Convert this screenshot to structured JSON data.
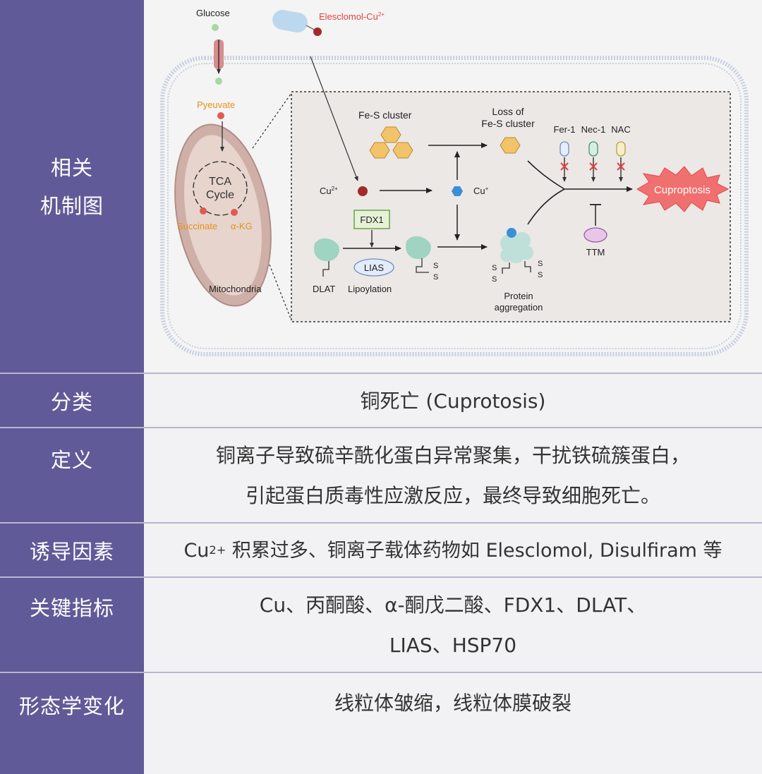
{
  "rows": {
    "mechanism": {
      "label_line1": "相关",
      "label_line2": "机制图"
    },
    "category": {
      "label": "分类",
      "value": "铜死亡 (Cuprotosis)"
    },
    "definition": {
      "label": "定义",
      "line1": "铜离子导致硫辛酰化蛋白异常聚集，干扰铁硫簇蛋白，",
      "line2": "引起蛋白质毒性应激反应，最终导致细胞死亡。"
    },
    "inducers": {
      "label": "诱导因素",
      "cu": "Cu",
      "cu_sup": "2+",
      "rest": " 积累过多、铜离子载体药物如 Elesclomol, Disulfiram 等"
    },
    "markers": {
      "label": "关键指标",
      "line1": "Cu、丙酮酸、α-酮戊二酸、FDX1、DLAT、",
      "line2": "LIAS、HSP70"
    },
    "morphology": {
      "label": "形态学变化",
      "value": "线粒体皱缩，线粒体膜破裂"
    }
  },
  "diagram": {
    "glucose": "Glucose",
    "elesclomol": "Elesclomol-Cu",
    "elesclomol_sup": "2+",
    "pyruvate": "Pyeuvate",
    "tca_line1": "TCA",
    "tca_line2": "Cycle",
    "succinate": "Succinate",
    "akg": "α-KG",
    "mitochondria": "Mitochondria",
    "fes_cluster": "Fe-S cluster",
    "loss_line1": "Loss of",
    "loss_line2": "Fe-S cluster",
    "cu2": "Cu",
    "cu2_sup": "2+",
    "cu1": "Cu",
    "cu1_sup": "+",
    "fdx1": "FDX1",
    "lias": "LIAS",
    "dlat": "DLAT",
    "lipoylation": "Lipoylation",
    "s": "S",
    "protein_line1": "Protein",
    "protein_line2": "aggregation",
    "fer1": "Fer-1",
    "nec1": "Nec-1",
    "nac": "NAC",
    "cuproptosis": "Cuproptosis",
    "ttm": "TTM"
  },
  "colors": {
    "label_bg": "#615a98",
    "separator": "#b9b6cc",
    "orange": "#e8901a",
    "red": "#e54040",
    "hexagon": "#f2c36b"
  }
}
